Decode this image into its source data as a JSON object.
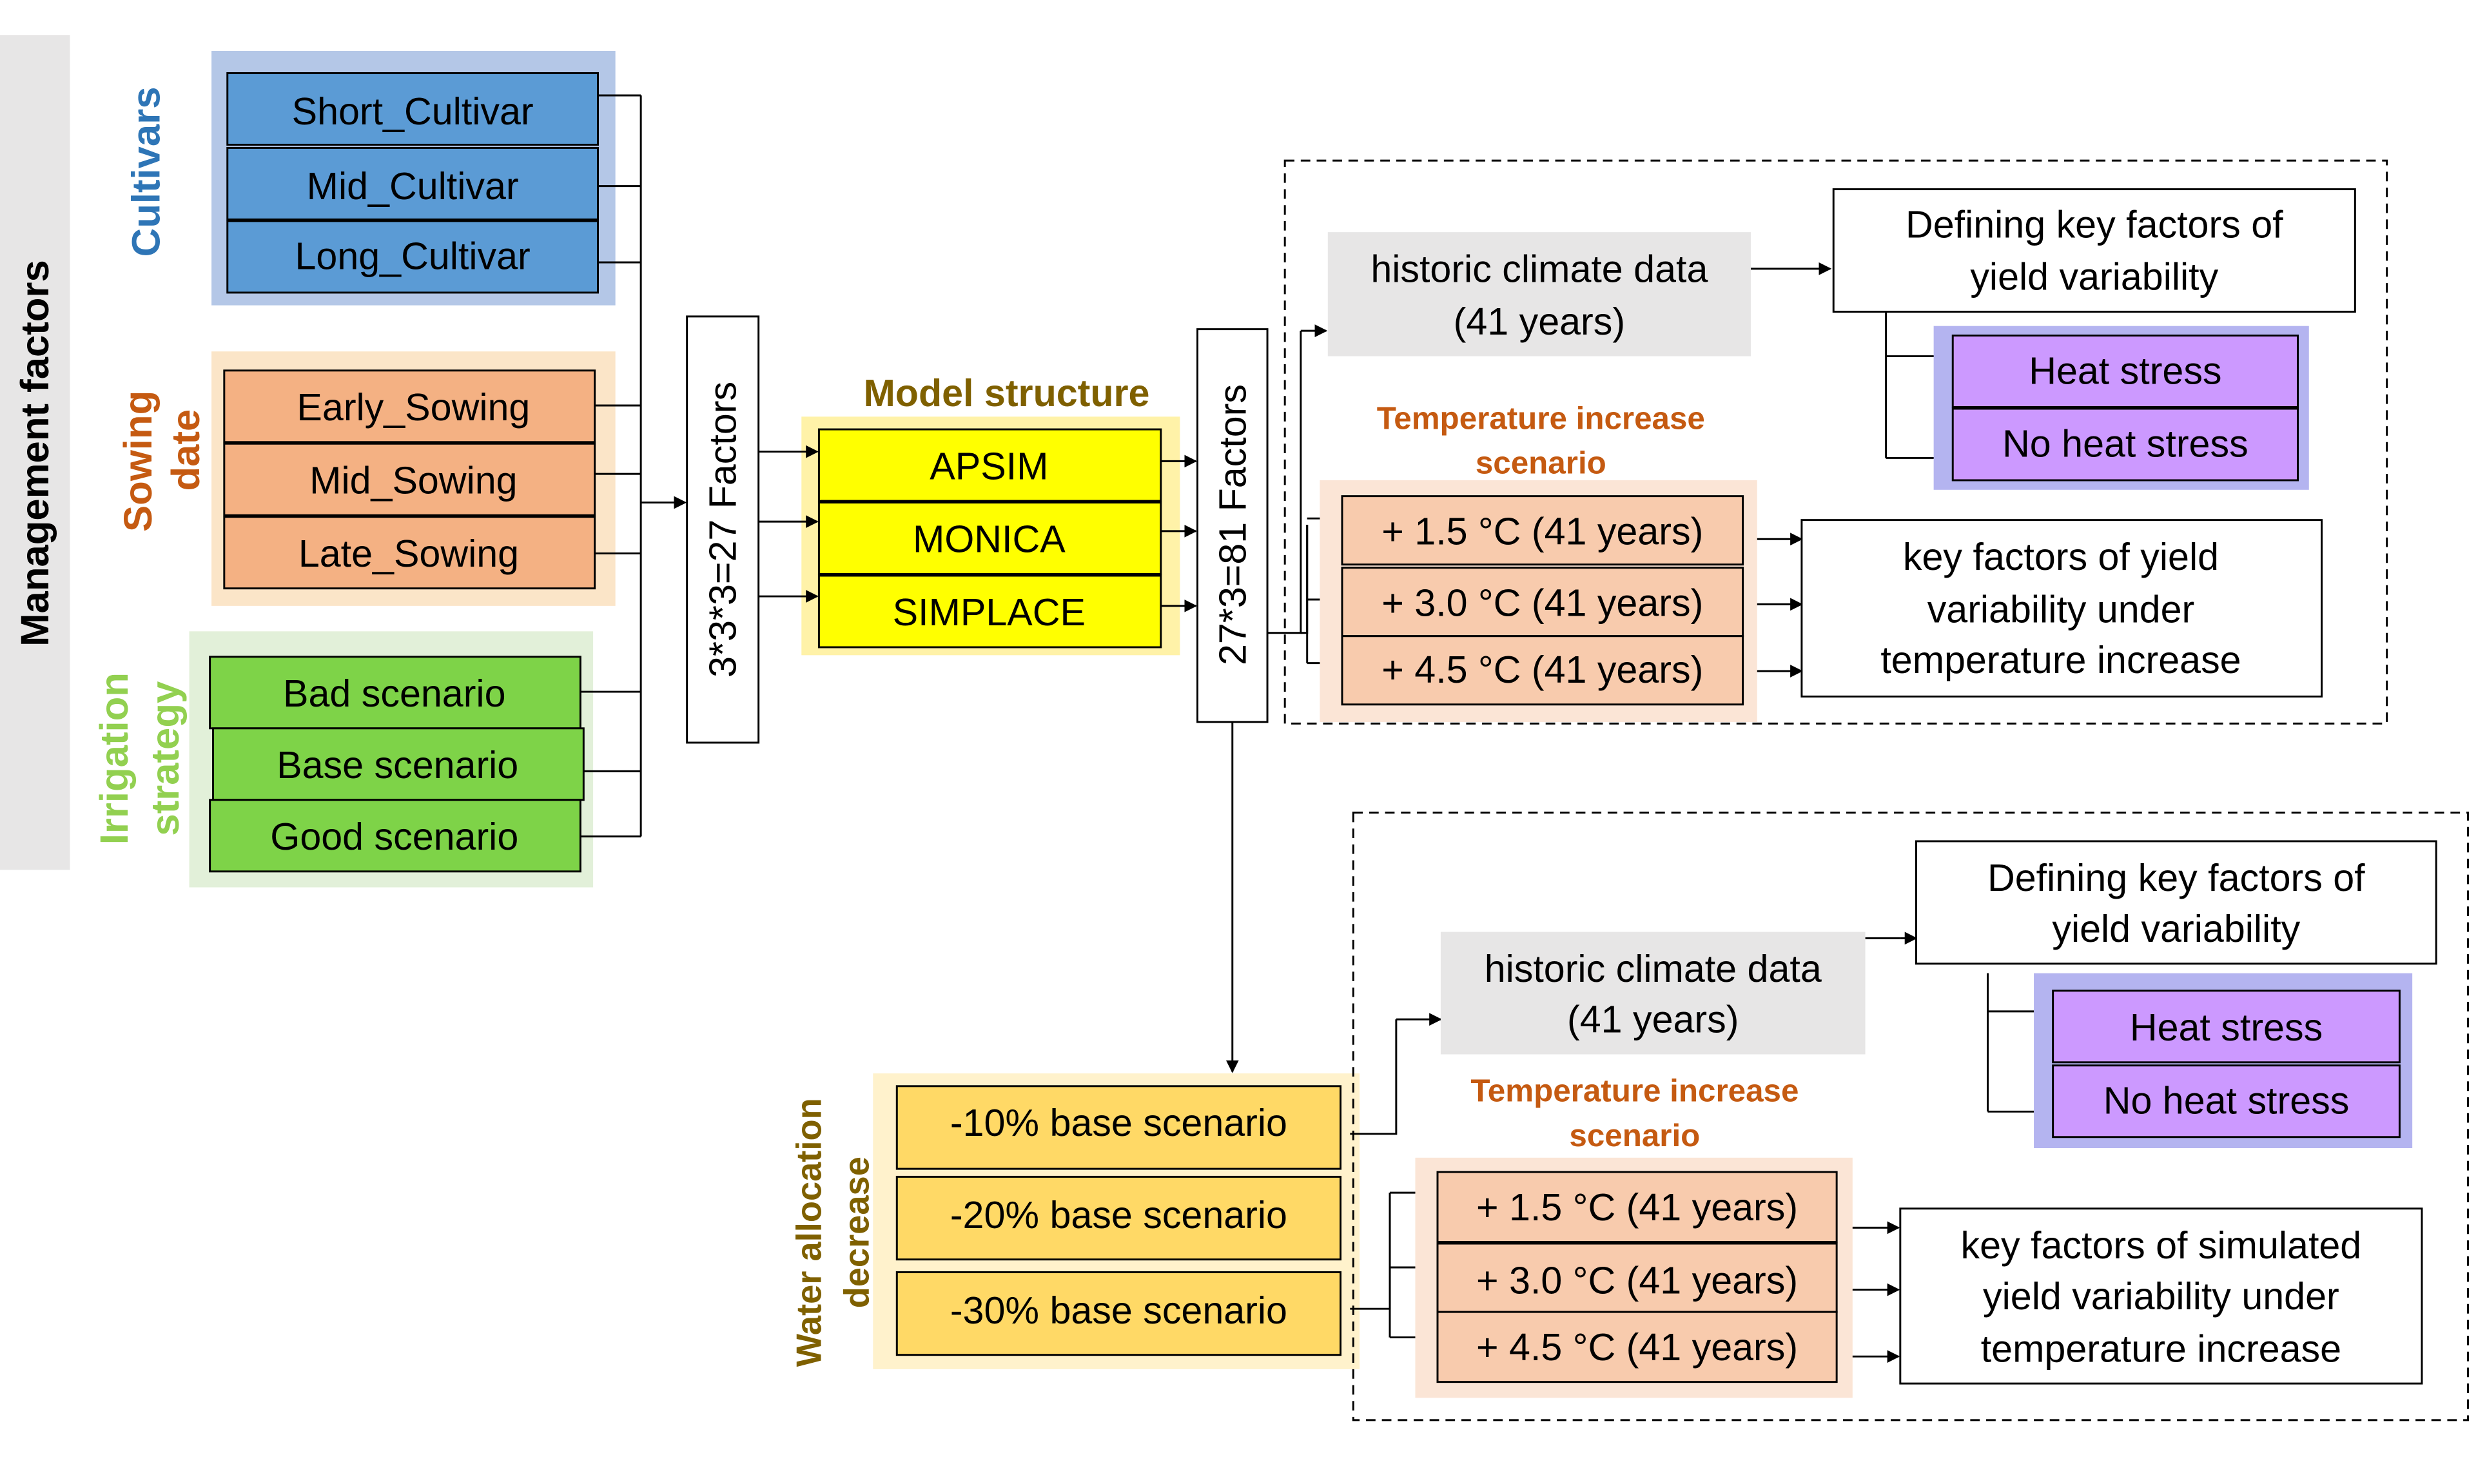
{
  "left_title": "Management factors",
  "groups": {
    "cultivars": {
      "label": "Cultivars",
      "items": [
        "Short_Cultivar",
        "Mid_Cultivar",
        "Long_Cultivar"
      ]
    },
    "sowing": {
      "label_line1": "Sowing",
      "label_line2": "date",
      "items": [
        "Early_Sowing",
        "Mid_Sowing",
        "Late_Sowing"
      ]
    },
    "irrigation": {
      "label_line1": "Irrigation",
      "label_line2": "strategy",
      "items": [
        "Bad scenario",
        "Base scenario",
        "Good scenario"
      ]
    }
  },
  "factors27": "3*3*3=27 Factors",
  "model_structure": {
    "label": "Model structure",
    "items": [
      "APSIM",
      "MONICA",
      "SIMPLACE"
    ]
  },
  "factors81": "27*3=81 Factors",
  "upper": {
    "historic_line1": "historic climate data",
    "historic_line2": "(41 years)",
    "defining_line1": "Defining key factors of",
    "defining_line2": "yield variability",
    "heat": [
      "Heat stress",
      "No heat stress"
    ],
    "temp_label_line1": "Temperature increase",
    "temp_label_line2": "scenario",
    "temps": [
      "+ 1.5 °C (41 years)",
      "+ 3.0 °C (41 years)",
      "+ 4.5 °C (41 years)"
    ],
    "key_line1": "key factors of yield",
    "key_line2": "variability under",
    "key_line3": "temperature increase"
  },
  "water": {
    "label_line1": "Water allocation",
    "label_line2": "decrease",
    "items": [
      "-10% base scenario",
      "-20% base scenario",
      "-30% base scenario"
    ]
  },
  "lower": {
    "historic_line1": "historic climate data",
    "historic_line2": "(41 years)",
    "defining_line1": "Defining key factors of",
    "defining_line2": "yield variability",
    "heat": [
      "Heat stress",
      "No heat stress"
    ],
    "temp_label_line1": "Temperature increase",
    "temp_label_line2": "scenario",
    "temps": [
      "+ 1.5 °C (41 years)",
      "+ 3.0 °C (41 years)",
      "+ 4.5 °C (41 years)"
    ],
    "key_line1": "key factors of simulated",
    "key_line2": "yield variability under",
    "key_line3": "temperature increase"
  },
  "colors": {
    "cultivar_box": "#5b9bd5",
    "cultivar_bg": "#b4c7e7",
    "cultivar_text": "#2e75b6",
    "sowing_box": "#f4b183",
    "sowing_bg": "#fbe5c8",
    "sowing_text": "#c55a11",
    "irrigation_box": "#7ed348",
    "irrigation_bg": "#e2f0d9",
    "irrigation_text": "#92d050",
    "model_box": "#ffff00",
    "model_bg": "#fff2a8",
    "model_text": "#7f6000",
    "temp_box": "#f8cbad",
    "temp_bg": "#fbe5d6",
    "temp_text": "#c55a11",
    "heat_box": "#cc99ff",
    "heat_bg": "#b4b4f0",
    "water_box": "#ffd966",
    "water_bg": "#fff2cc",
    "water_text": "#7f6000",
    "historic_bg": "#e7e6e6",
    "left_strip": "#e7e6e6"
  }
}
